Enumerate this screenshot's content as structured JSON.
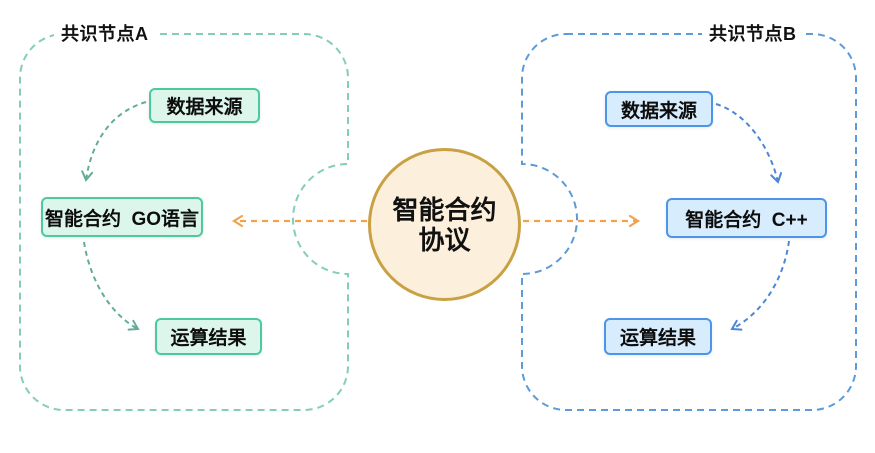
{
  "center_node": {
    "line1": "智能合约",
    "line2": "协议"
  },
  "node_a": {
    "title": "共识节点A",
    "source": "数据来源",
    "contract": "智能合约  GO语言",
    "result": "运算结果"
  },
  "node_b": {
    "title": "共识节点B",
    "source": "数据来源",
    "contract": "智能合约  C++",
    "result": "运算结果"
  },
  "colors": {
    "node_a_outline": "#84cdb9",
    "node_a_box_border": "#4ec89d",
    "node_a_box_fill": "#ddf6ec",
    "node_a_arrow": "#63ac99",
    "node_b_outline": "#5c9bd8",
    "node_b_box_border": "#4e94e8",
    "node_b_box_fill": "#d7ecfc",
    "node_b_arrow": "#4c86d8",
    "protocol_fill": "#fcf0dc",
    "protocol_border": "#c9a144",
    "protocol_arrow": "#f2a24c"
  }
}
